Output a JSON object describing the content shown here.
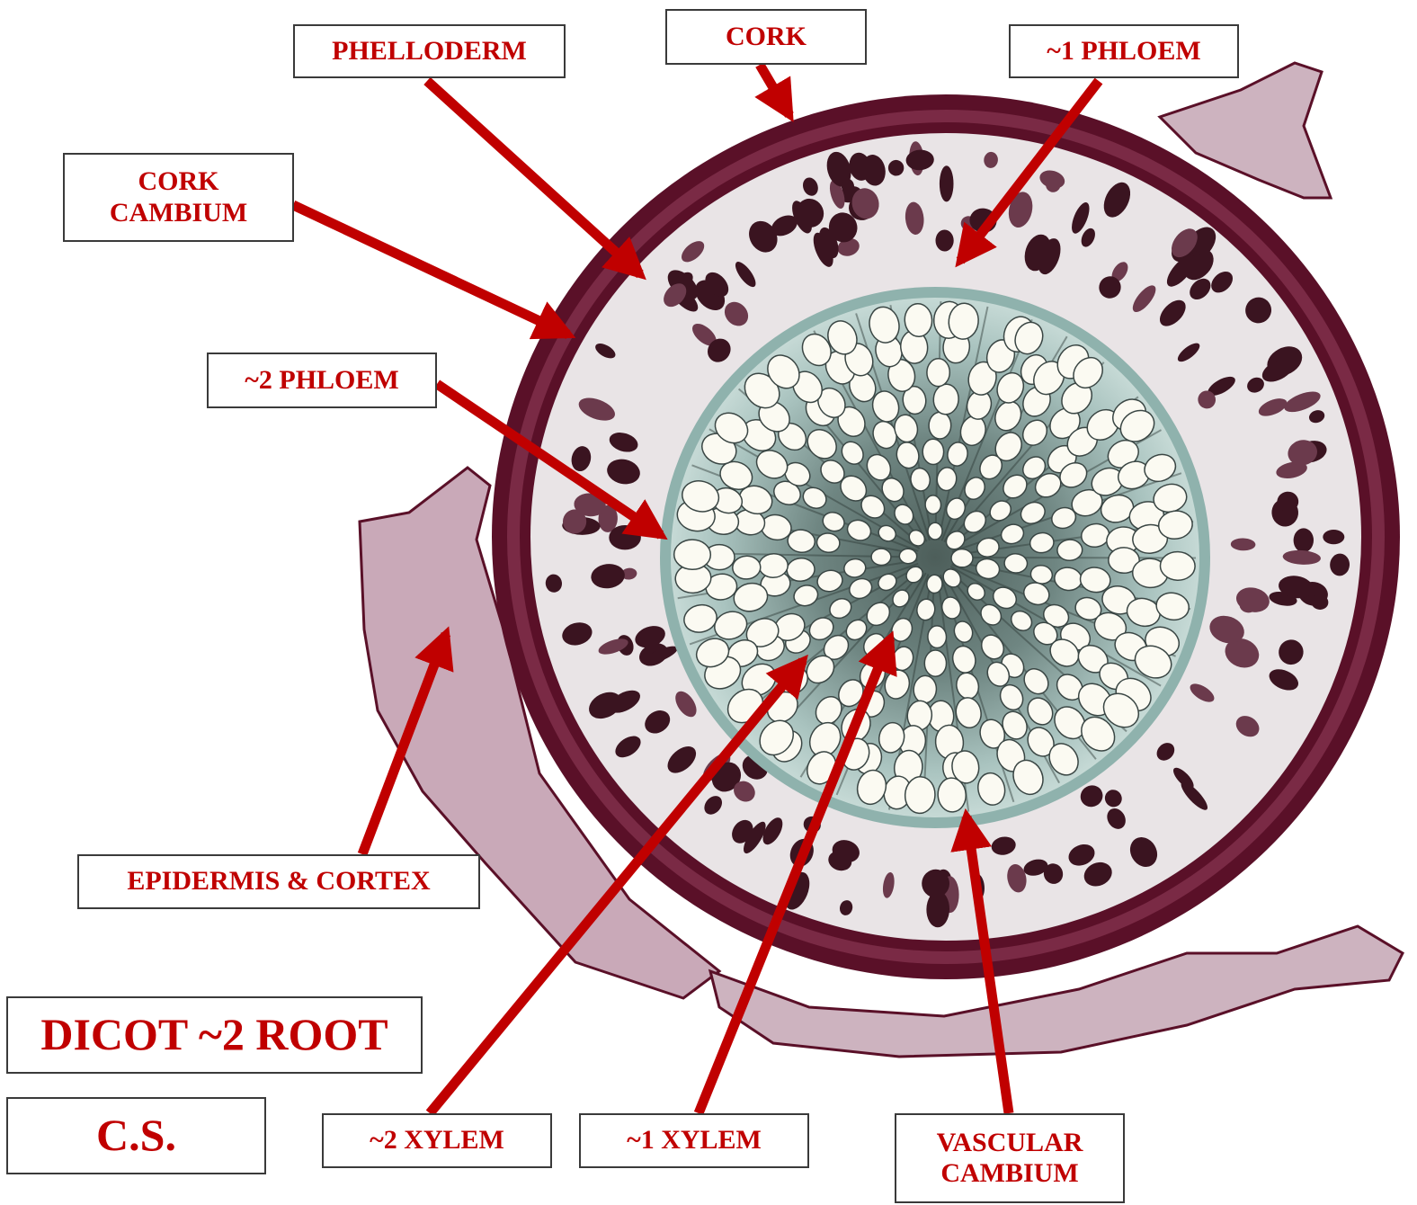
{
  "diagram": {
    "title": "DICOT ~2 ROOT",
    "subtitle": "C.S.",
    "labels": {
      "phelloderm": "PHELLODERM",
      "cork": "CORK",
      "phloem1": "~1 PHLOEM",
      "cork_cambium": "CORK\nCAMBIUM",
      "phloem2": "~2 PHLOEM",
      "epidermis_cortex": "EPIDERMIS & CORTEX",
      "xylem2": "~2 XYLEM",
      "xylem1": "~1 XYLEM",
      "vascular_cambium": "VASCULAR\nCAMBIUM"
    }
  },
  "colors": {
    "label_text": "#c00000",
    "arrow": "#c00000",
    "periderm": "#5a1028",
    "phloem_dark": "#3a1420",
    "xylem_bg": "#b9cfcc",
    "vessel": "#fbfaf2"
  }
}
